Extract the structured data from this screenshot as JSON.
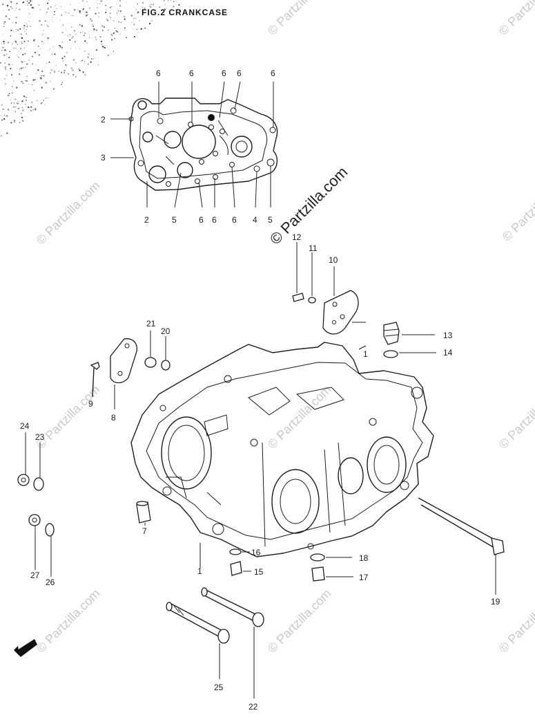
{
  "title": "FIG.2  CRANKCASE",
  "watermark_main": "© Partzilla.com",
  "watermark_tile": "© Partzilla.com",
  "callouts": [
    {
      "id": "c6a",
      "text": "6"
    },
    {
      "id": "c6b",
      "text": "6"
    },
    {
      "id": "c6c",
      "text": "6"
    },
    {
      "id": "c6d",
      "text": "6"
    },
    {
      "id": "c6e",
      "text": "6"
    },
    {
      "id": "c2a",
      "text": "2"
    },
    {
      "id": "c3",
      "text": "3"
    },
    {
      "id": "c2b",
      "text": "2"
    },
    {
      "id": "c5a",
      "text": "5"
    },
    {
      "id": "c6f",
      "text": "6"
    },
    {
      "id": "c6g",
      "text": "6"
    },
    {
      "id": "c6h",
      "text": "6"
    },
    {
      "id": "c4",
      "text": "4"
    },
    {
      "id": "c5b",
      "text": "5"
    },
    {
      "id": "c12",
      "text": "12"
    },
    {
      "id": "c11",
      "text": "11"
    },
    {
      "id": "c10",
      "text": "10"
    },
    {
      "id": "c13",
      "text": "13"
    },
    {
      "id": "c14",
      "text": "14"
    },
    {
      "id": "c21",
      "text": "21"
    },
    {
      "id": "c20",
      "text": "20"
    },
    {
      "id": "c9",
      "text": "9"
    },
    {
      "id": "c8",
      "text": "8"
    },
    {
      "id": "c24",
      "text": "24"
    },
    {
      "id": "c23",
      "text": "23"
    },
    {
      "id": "c7",
      "text": "7"
    },
    {
      "id": "c27",
      "text": "27"
    },
    {
      "id": "c26",
      "text": "26"
    },
    {
      "id": "c16",
      "text": "16"
    },
    {
      "id": "c15",
      "text": "15"
    },
    {
      "id": "c18",
      "text": "18"
    },
    {
      "id": "c17",
      "text": "17"
    },
    {
      "id": "c19",
      "text": "19"
    },
    {
      "id": "c1",
      "text": "1"
    },
    {
      "id": "c25",
      "text": "25"
    },
    {
      "id": "c22",
      "text": "22"
    },
    {
      "id": "c1b",
      "text": "1"
    }
  ]
}
